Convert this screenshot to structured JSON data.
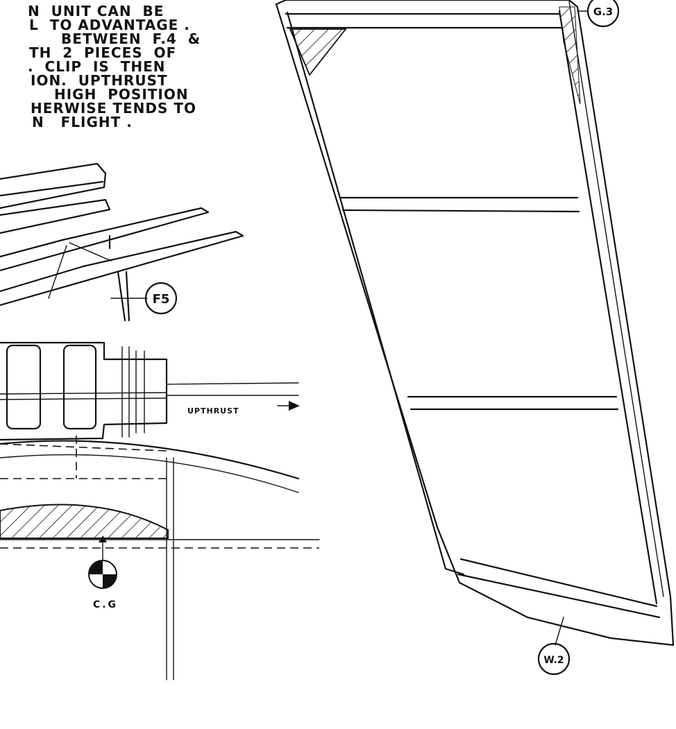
{
  "note": {
    "lines": [
      "N  UNIT CAN  BE",
      "L  TO ADVANTAGE .",
      "BETWEEN  F.4  &",
      "TH  2  PIECES  OF",
      ".  CLIP  IS  THEN",
      "ION.  UPTHRUST",
      "HIGH  POSITION",
      "HERWISE TENDS TO",
      "N   FLIGHT ."
    ]
  },
  "labels": {
    "g3": "G.3",
    "f5": "F5",
    "upthrust": "UPTHRUST",
    "cg": "C.G",
    "w2": "W.2"
  },
  "colors": {
    "ink": "#111111",
    "paper": "#ffffff"
  }
}
